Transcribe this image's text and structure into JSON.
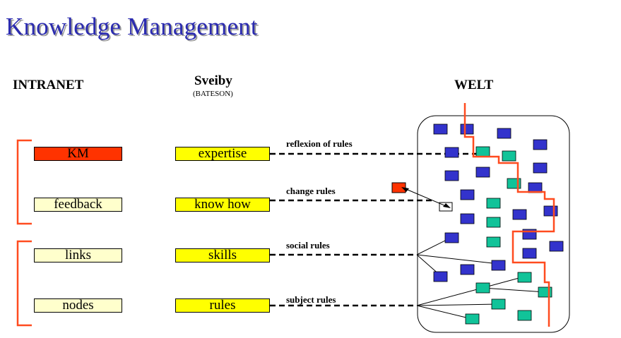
{
  "title": "Knowledge Management",
  "columns": {
    "intranet": "INTRANET",
    "sveiby": "Sveiby",
    "sveiby_sub": "(BATESON)",
    "welt": "WELT"
  },
  "intranet_items": [
    "KM",
    "feedback",
    "links",
    "nodes"
  ],
  "sveiby_items": [
    "expertise",
    "know how",
    "skills",
    "rules"
  ],
  "rules": [
    "reflexion of rules",
    "change rules",
    "social rules",
    "subject rules"
  ],
  "colors": {
    "title": "#2b2bb0",
    "bracket": "#ff4b1f",
    "km_box": "#ff3300",
    "light_box": "#ffffcc",
    "yellow_box": "#ffff00",
    "blue_square": "#3333cc",
    "green_square": "#11c399",
    "path": "#ff4b1f"
  }
}
